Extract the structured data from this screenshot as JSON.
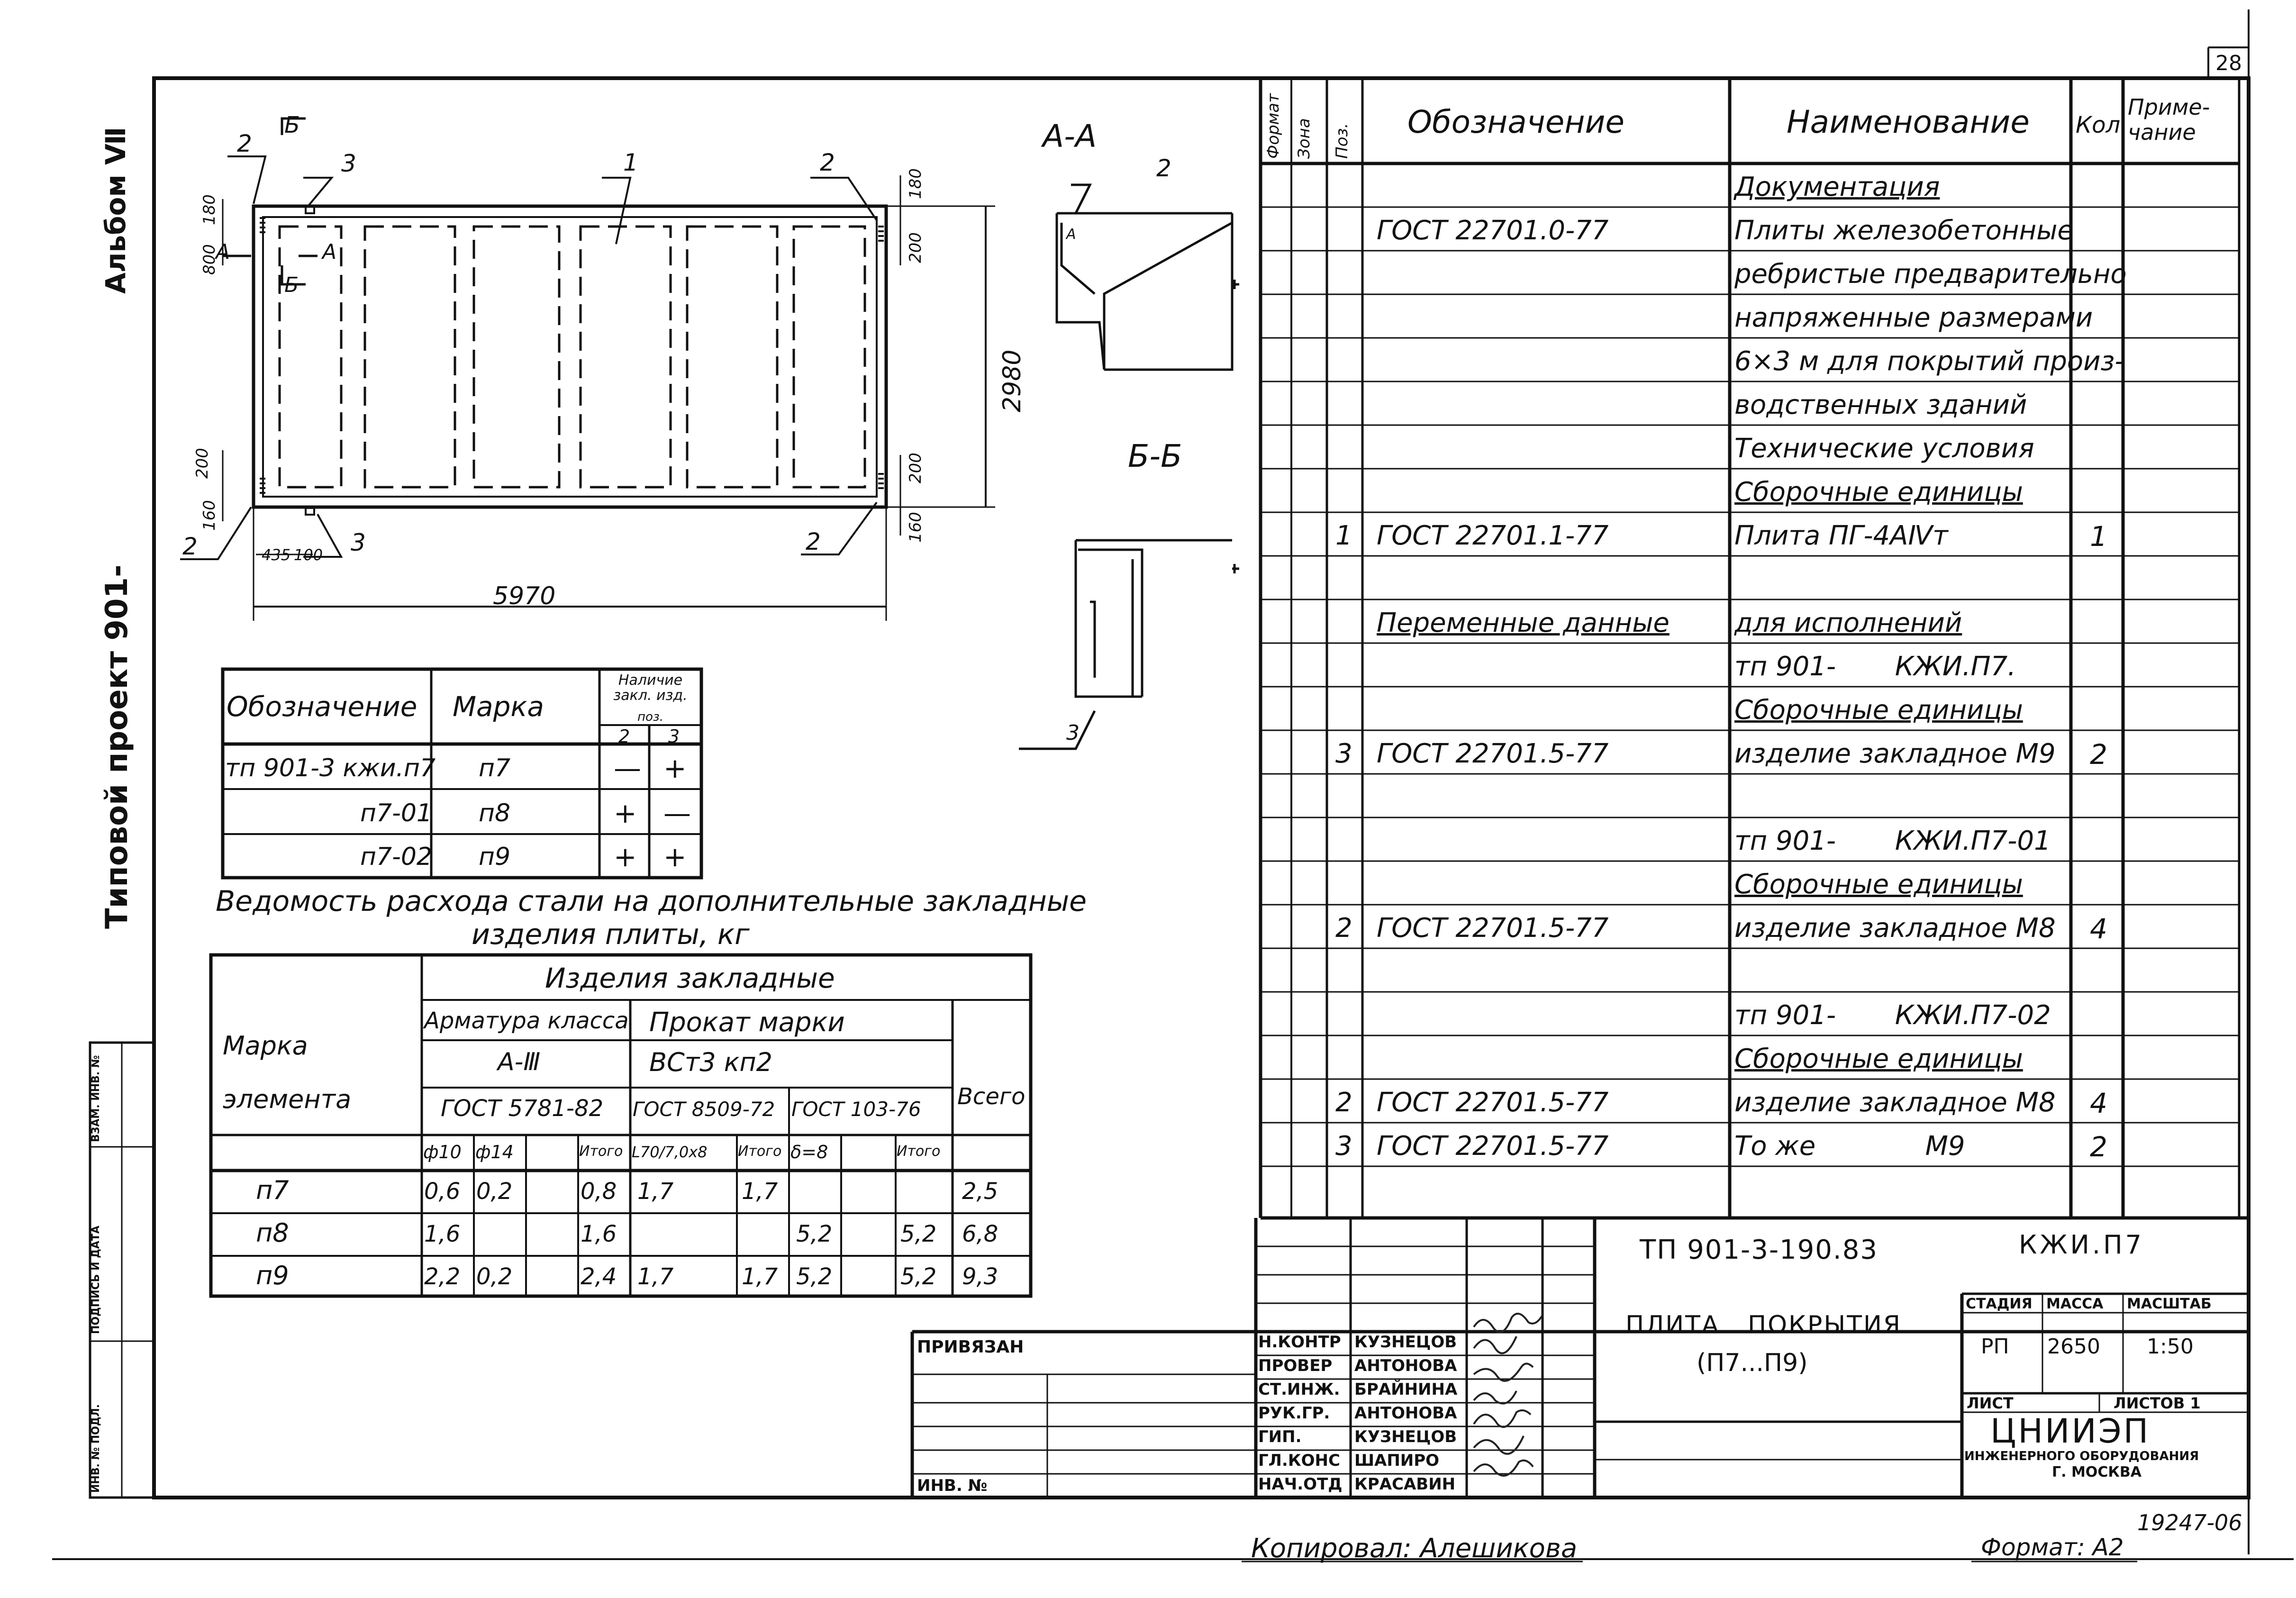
{
  "sheet_number": "28",
  "side_labels": {
    "album": "Альбом Ⅶ",
    "project": "Типовой проект 901-",
    "stamp_columns": [
      "ИНВ. № ПОДЛ.",
      "ПОДПИСЬ И ДАТА",
      "ВЗАМ. ИНВ. №"
    ]
  },
  "plan": {
    "section_b_top": "Б",
    "section_b_mid": "Б",
    "section_a_left": "А",
    "section_a_right": "А",
    "length": "5970",
    "width": "2980",
    "dim_left_top": [
      "180",
      "800"
    ],
    "dim_left_bottom": [
      "200",
      "160"
    ],
    "dim_right_top": [
      "180",
      "200"
    ],
    "dim_right_bottom": [
      "200",
      "160"
    ],
    "dim_bottom_small": [
      "435",
      "100"
    ],
    "pos_labels": [
      "1",
      "2",
      "2",
      "2",
      "2",
      "3",
      "3"
    ]
  },
  "section_aa": {
    "title": "А-А",
    "pos": "2",
    "mark": "А"
  },
  "section_bb": {
    "title": "Б-Б",
    "pos": "3"
  },
  "marks_table": {
    "headers": [
      "Обозначение",
      "Марка",
      "Наличие закл. изд.",
      "поз."
    ],
    "pos_cols": [
      "2",
      "3"
    ],
    "rows": [
      {
        "designation": "тп 901-3 кжи.п7",
        "mark": "п7",
        "c2": "—",
        "c3": "+"
      },
      {
        "designation": "п7-01",
        "mark": "п8",
        "c2": "+",
        "c3": "—"
      },
      {
        "designation": "п7-02",
        "mark": "п9",
        "c2": "+",
        "c3": "+"
      }
    ]
  },
  "steel": {
    "caption_line1": "Ведомость расхода стали на дополнительные закладные",
    "caption_line2": "изделия плиты, кг",
    "header_items": "Изделия закладные",
    "header_mark": "Марка элемента",
    "header_rebar": "Арматура класса",
    "header_rebar_class": "А-Ⅲ",
    "header_rebar_gost": "ГОСТ 5781-82",
    "header_rolled": "Прокат марки",
    "header_rolled_grade": "ВСт3 кп2",
    "header_gost8509": "ГОСТ 8509-72",
    "header_gost103": "ГОСТ 103-76",
    "header_total": "Всего",
    "subcols": [
      "ф10",
      "ф14",
      "",
      "Итого",
      "L70/7,0х8",
      "Итого",
      "δ=8",
      "",
      "Итого"
    ],
    "rows": [
      {
        "mark": "п7",
        "v": [
          "0,6",
          "0,2",
          "",
          "0,8",
          "1,7",
          "1,7",
          "",
          "",
          ""
        ],
        "total": "2,5"
      },
      {
        "mark": "п8",
        "v": [
          "1,6",
          "",
          "",
          "1,6",
          "",
          "",
          "5,2",
          "",
          "5,2"
        ],
        "total": "6,8"
      },
      {
        "mark": "п9",
        "v": [
          "2,2",
          "0,2",
          "",
          "2,4",
          "1,7",
          "1,7",
          "5,2",
          "",
          "5,2"
        ],
        "total": "9,3"
      }
    ]
  },
  "spec": {
    "headers": [
      "Формат",
      "Зона",
      "Поз.",
      "Обозначение",
      "Наименование",
      "Кол.",
      "Приме-\nчание"
    ],
    "rows": [
      {
        "pos": "",
        "designation": "",
        "name": "Документация",
        "qty": "",
        "underline_name": true
      },
      {
        "pos": "",
        "designation": "ГОСТ 22701.0-77",
        "name": "Плиты железобетонные",
        "qty": ""
      },
      {
        "pos": "",
        "designation": "",
        "name": "ребристые предварительно",
        "qty": ""
      },
      {
        "pos": "",
        "designation": "",
        "name": "напряженные размерами",
        "qty": ""
      },
      {
        "pos": "",
        "designation": "",
        "name": "6×3 м для покрытий произ-",
        "qty": ""
      },
      {
        "pos": "",
        "designation": "",
        "name": "водственных зданий",
        "qty": ""
      },
      {
        "pos": "",
        "designation": "",
        "name": "Технические условия",
        "qty": ""
      },
      {
        "pos": "",
        "designation": "",
        "name": "Сборочные единицы",
        "qty": "",
        "underline_name": true
      },
      {
        "pos": "1",
        "designation": "ГОСТ 22701.1-77",
        "name": "Плита ПГ-4АⅣт",
        "qty": "1"
      },
      {
        "pos": "",
        "designation": "",
        "name": "",
        "qty": ""
      },
      {
        "pos": "",
        "designation": "Переменные данные",
        "name": "для исполнений",
        "qty": "",
        "underline_name": true,
        "underline_designation": true
      },
      {
        "pos": "",
        "designation": "",
        "name": "тп 901-       КЖИ.П7.",
        "qty": ""
      },
      {
        "pos": "",
        "designation": "",
        "name": "Сборочные единицы",
        "qty": "",
        "underline_name": true
      },
      {
        "pos": "3",
        "designation": "ГОСТ 22701.5-77",
        "name": "изделие закладное М9",
        "qty": "2"
      },
      {
        "pos": "",
        "designation": "",
        "name": "",
        "qty": ""
      },
      {
        "pos": "",
        "designation": "",
        "name": "тп 901-       КЖИ.П7-01",
        "qty": ""
      },
      {
        "pos": "",
        "designation": "",
        "name": "Сборочные единицы",
        "qty": "",
        "underline_name": true
      },
      {
        "pos": "2",
        "designation": "ГОСТ 22701.5-77",
        "name": "изделие закладное М8",
        "qty": "4"
      },
      {
        "pos": "",
        "designation": "",
        "name": "",
        "qty": ""
      },
      {
        "pos": "",
        "designation": "",
        "name": "тп 901-       КЖИ.П7-02",
        "qty": ""
      },
      {
        "pos": "",
        "designation": "",
        "name": "Сборочные единицы",
        "qty": "",
        "underline_name": true
      },
      {
        "pos": "2",
        "designation": "ГОСТ 22701.5-77",
        "name": "изделие закладное М8",
        "qty": "4"
      },
      {
        "pos": "3",
        "designation": "ГОСТ 22701.5-77",
        "name": "То же             М9",
        "qty": "2"
      }
    ]
  },
  "title_block": {
    "doc_code": "ТП 901-3-190.83",
    "doc_mark": "КЖИ.П7",
    "title_line1": "ПЛИТА   ПОКРЫТИЯ",
    "title_line2": "(П7...П9)",
    "stage_label": "СТАДИЯ",
    "mass_label": "МАССА",
    "scale_label": "МАСШТАБ",
    "stage": "РП",
    "mass": "2650",
    "scale": "1:50",
    "sheet_label": "ЛИСТ",
    "sheets_label": "ЛИСТОВ 1",
    "org_name": "ЦНИИЭП",
    "org_sub": "ИНЖЕНЕРНОГО ОБОРУДОВАНИЯ",
    "org_city": "Г. МОСКВА",
    "bound_label": "ПРИВЯЗАН",
    "inv_label": "ИНВ. №",
    "roles": [
      {
        "role": "Н.КОНТР",
        "name": "КУЗНЕЦОВ"
      },
      {
        "role": "ПРОВЕР",
        "name": "АНТОНОВА"
      },
      {
        "role": "СТ.ИНЖ.",
        "name": "БРАЙНИНА"
      },
      {
        "role": "РУК.ГР.",
        "name": "АНТОНОВА"
      },
      {
        "role": "ГИП.",
        "name": "КУЗНЕЦОВ"
      },
      {
        "role": "ГЛ.КОНС",
        "name": "ШАПИРО"
      },
      {
        "role": "НАЧ.ОТД",
        "name": "КРАСАВИН"
      }
    ]
  },
  "footer": {
    "archive_number": "19247-06",
    "copied": "Копировал: Алешикова",
    "format": "Формат: А2"
  }
}
